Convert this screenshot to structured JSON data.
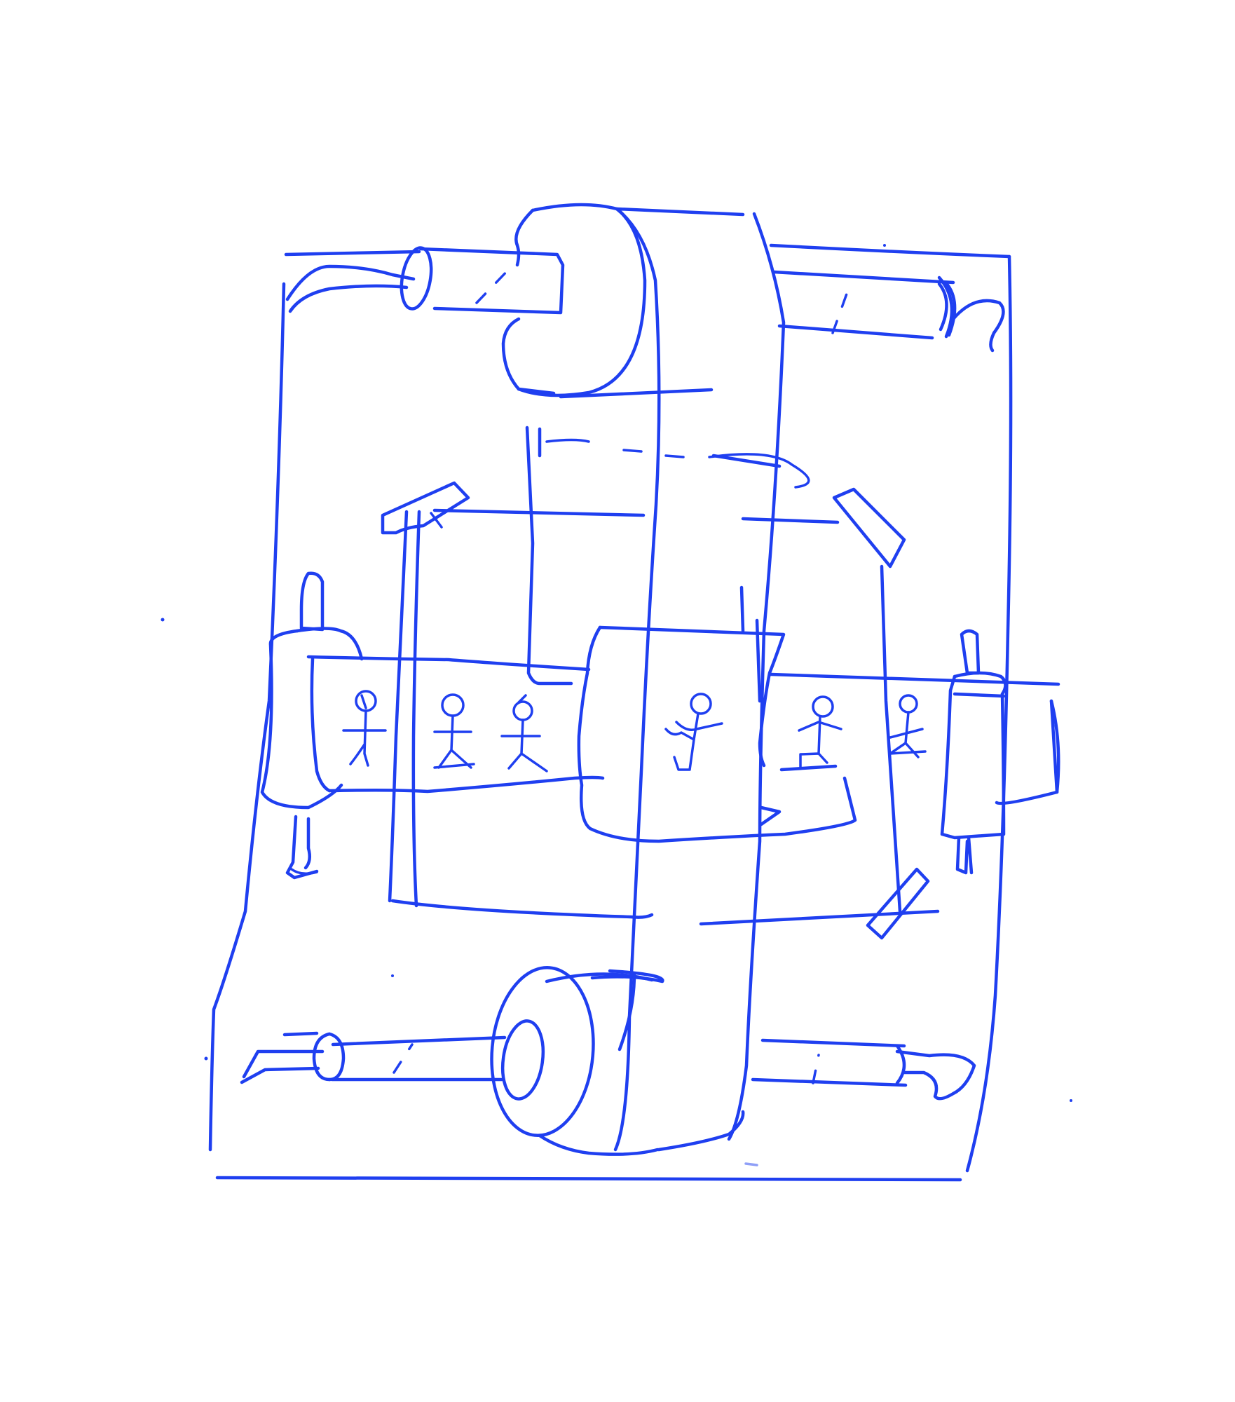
{
  "colors": {
    "ink": "#1f3ff0",
    "paper": "#ffffff"
  },
  "figure": {
    "kind": "hand-drawn pen sketch",
    "elements": [
      "outer-frame",
      "vertical-film-strip",
      "top-reel",
      "bottom-reel",
      "axle-top-left",
      "axle-top-right",
      "axle-bottom-left",
      "axle-bottom-right",
      "horizontal-film-band",
      "roller-left",
      "roller-right",
      "viewing-window",
      "inner-frame-left",
      "inner-frame-right",
      "stick-figures"
    ],
    "stick_figure_count": 6
  }
}
